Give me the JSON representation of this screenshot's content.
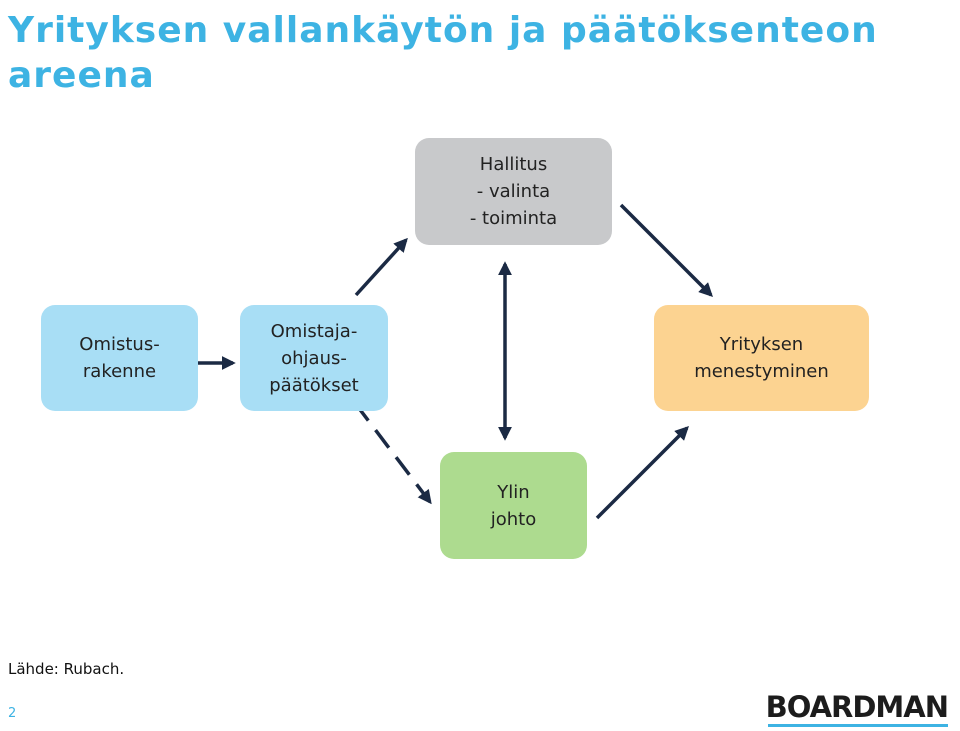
{
  "title": "Yrityksen vallankäytön ja päätöksenteon areena",
  "nodes": {
    "omistus": {
      "label": "Omistus-\nrakenne",
      "color": "#a8def5"
    },
    "ohjaus": {
      "label": "Omistaja-\nohjaus-\npäätökset",
      "color": "#a8def5"
    },
    "hallitus": {
      "label": "Hallitus\n- valinta\n- toiminta",
      "color": "#c8c9cb"
    },
    "johto": {
      "label": "Ylin\njohto",
      "color": "#addb8f"
    },
    "menestys": {
      "label": "Yrityksen\nmenestyminen",
      "color": "#fcd391"
    }
  },
  "edges": [
    {
      "from": "omistus",
      "to": "ohjaus",
      "style": "solid"
    },
    {
      "from": "ohjaus",
      "to": "hallitus",
      "style": "solid"
    },
    {
      "from": "ohjaus",
      "to": "johto",
      "style": "dashed"
    },
    {
      "from": "hallitus",
      "to": "johto",
      "style": "solid-bidirectional"
    },
    {
      "from": "hallitus",
      "to": "menestys",
      "style": "solid"
    },
    {
      "from": "johto",
      "to": "menestys",
      "style": "solid"
    }
  ],
  "source": "Lähde: Rubach.",
  "page_number": "2",
  "logo": "BOARDMAN",
  "colors": {
    "title": "#3db3e3",
    "arrow": "#1b2a44"
  }
}
